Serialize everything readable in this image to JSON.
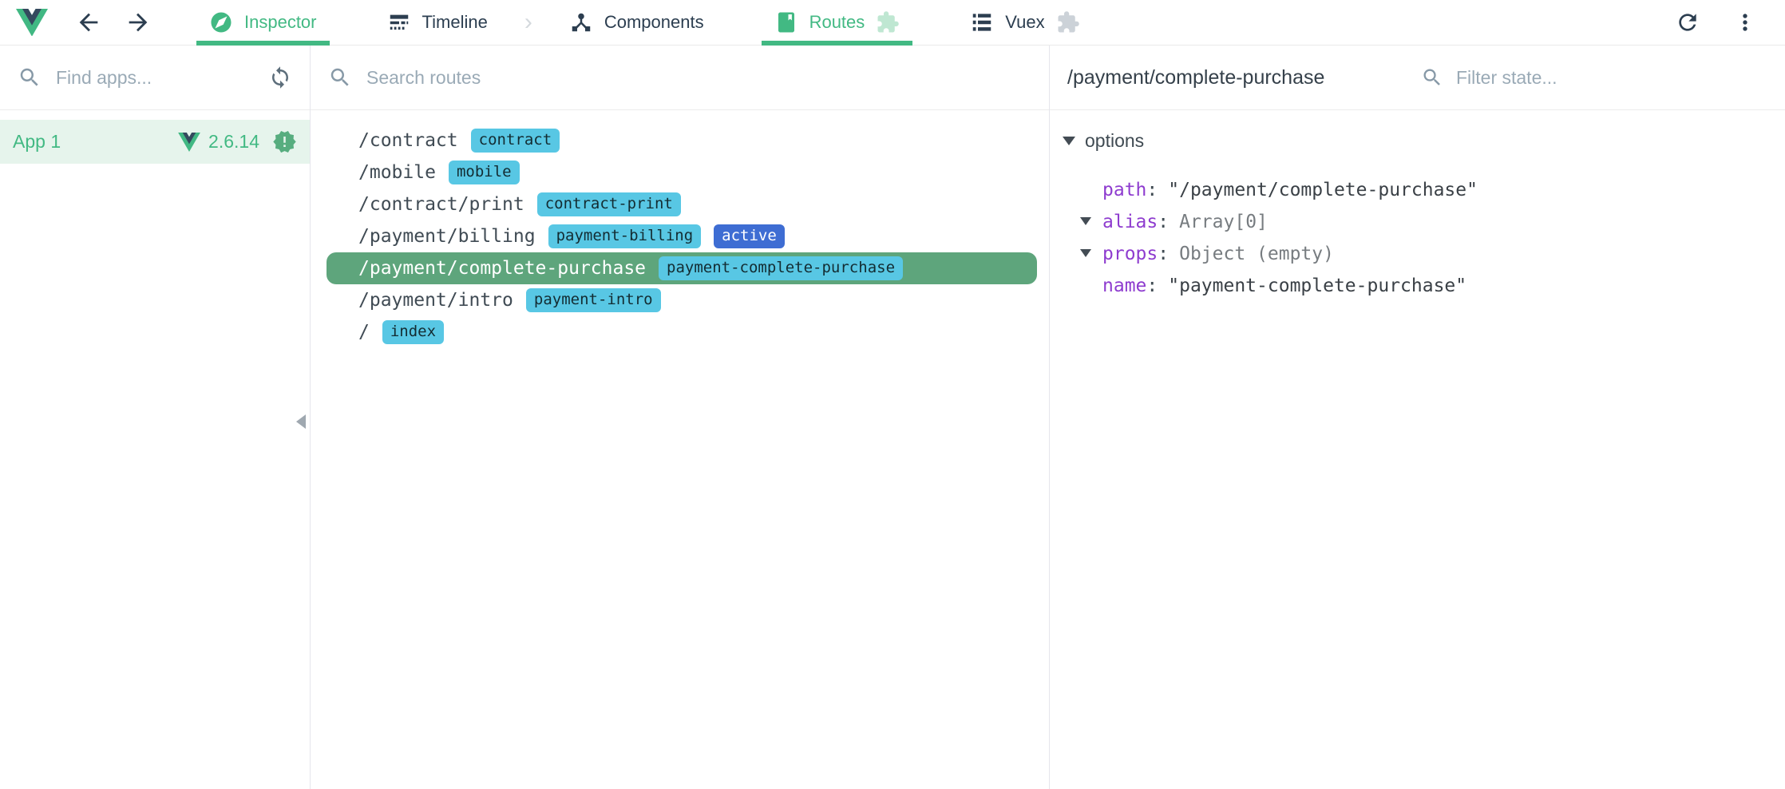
{
  "colors": {
    "accent": "#42b983",
    "tab_text": "#2c3e50",
    "route_badge_bg": "#58c7e4",
    "active_badge_bg": "#3e6dd3",
    "selected_route_bg": "#5ea57c",
    "state_key": "#8e3ccf",
    "app_row_bg": "#e6f4ec"
  },
  "icons": {
    "logo": "vue-logo",
    "back": "arrow-left-icon",
    "forward": "arrow-right-icon",
    "inspector": "compass-icon",
    "timeline": "timeline-lines-icon",
    "components": "component-tree-icon",
    "routes": "book-bookmark-icon",
    "vuex": "list-icon",
    "plugin": "puzzle-piece-icon",
    "refresh": "refresh-icon",
    "menu": "kebab-menu-icon",
    "search": "search-icon",
    "sync_apps": "sync-icon",
    "new_version": "starburst-exclamation-icon",
    "collapse": "collapse-left-icon"
  },
  "toolbar": {
    "tabs": {
      "inspector": "Inspector",
      "timeline": "Timeline",
      "components": "Components",
      "routes": "Routes",
      "vuex": "Vuex"
    }
  },
  "sidebar": {
    "search_placeholder": "Find apps...",
    "app": {
      "name": "App 1",
      "version": "2.6.14"
    }
  },
  "routes_panel": {
    "search_placeholder": "Search routes",
    "active_badge_label": "active",
    "routes": [
      {
        "path": "/contract",
        "name": "contract"
      },
      {
        "path": "/mobile",
        "name": "mobile"
      },
      {
        "path": "/contract/print",
        "name": "contract-print"
      },
      {
        "path": "/payment/billing",
        "name": "payment-billing",
        "active": true
      },
      {
        "path": "/payment/complete-purchase",
        "name": "payment-complete-purchase",
        "selected": true
      },
      {
        "path": "/payment/intro",
        "name": "payment-intro"
      },
      {
        "path": "/",
        "name": "index"
      }
    ]
  },
  "inspector_panel": {
    "title": "/payment/complete-purchase",
    "filter_placeholder": "Filter state...",
    "section_label": "options",
    "fields": [
      {
        "key": "path",
        "value": "\"/payment/complete-purchase\"",
        "expandable": false,
        "muted": false
      },
      {
        "key": "alias",
        "value": "Array[0]",
        "expandable": true,
        "muted": true
      },
      {
        "key": "props",
        "value": "Object (empty)",
        "expandable": true,
        "muted": true
      },
      {
        "key": "name",
        "value": "\"payment-complete-purchase\"",
        "expandable": false,
        "muted": false
      }
    ]
  }
}
